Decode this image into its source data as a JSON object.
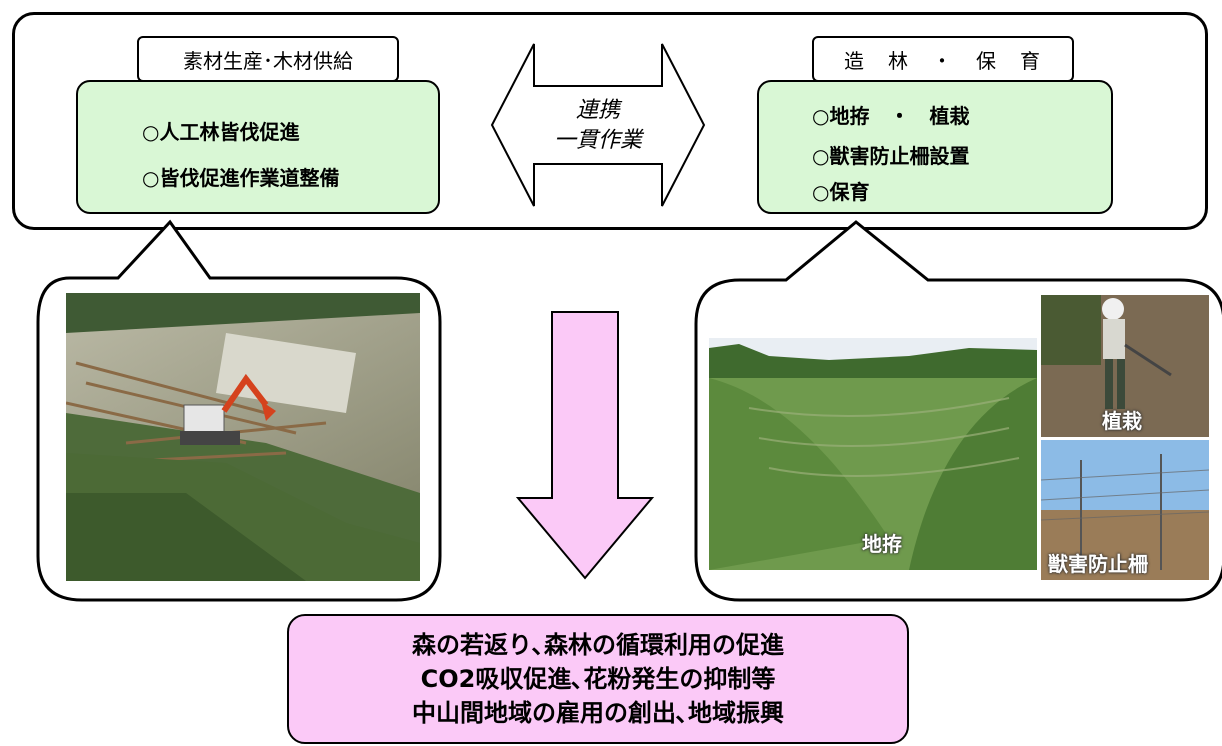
{
  "production": {
    "tab_label": "素材生産･木材供給",
    "items": [
      "○人工林皆伐促進",
      "○皆伐促進作業道整備"
    ]
  },
  "forestation": {
    "tab_label": "造　林　・　保　育",
    "items": [
      "○地拵　・　植栽",
      "○獣害防止柵設置",
      "○保育"
    ]
  },
  "link_arrow": {
    "line1": "連携",
    "line2": "一貫作業"
  },
  "photos": {
    "left_scene": "excavator-clearcut-photo",
    "site_prep_label": "地拵",
    "planting_label": "植栽",
    "fence_label": "獣害防止柵"
  },
  "result": {
    "lines": [
      "森の若返り､森林の循環利用の促進",
      "CO2吸収促進､花粉発生の抑制等",
      "中山間地域の雇用の創出､地域振興"
    ]
  },
  "colors": {
    "green_box": "#d9f7d5",
    "pink": "#fbc9f7"
  }
}
